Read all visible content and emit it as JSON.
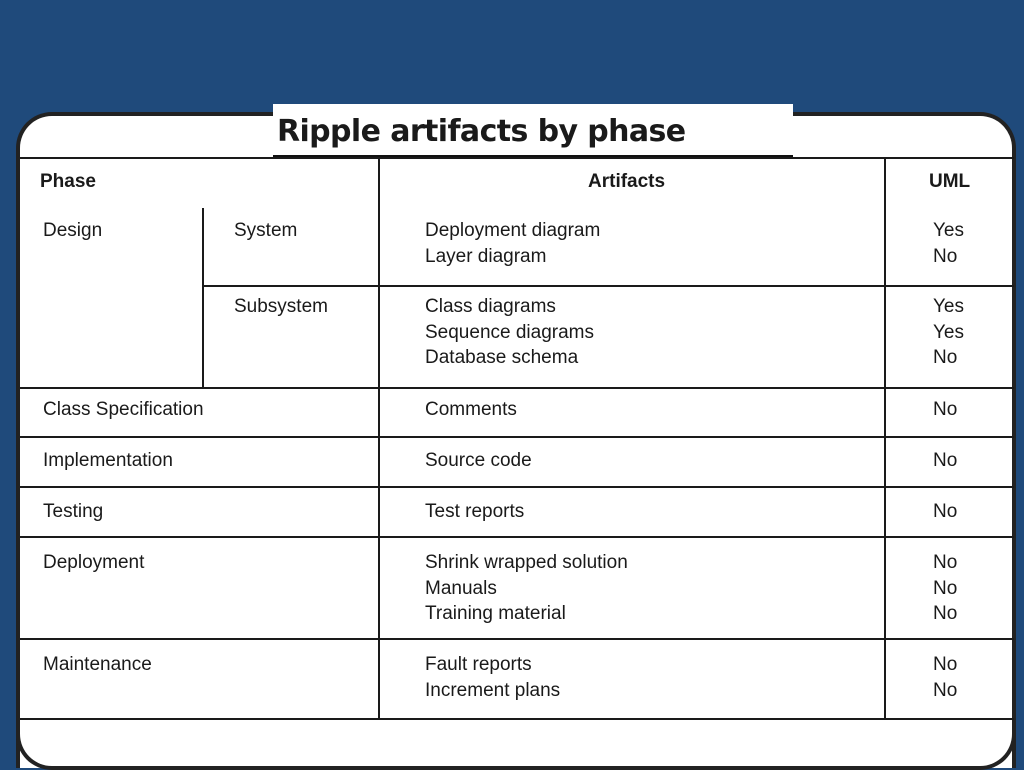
{
  "title": "Ripple artifacts by phase",
  "headers": {
    "phase": "Phase",
    "artifacts": "Artifacts",
    "uml": "UML"
  },
  "rows": {
    "design": {
      "phase": "Design",
      "system": {
        "sub": "System",
        "artifacts": [
          "Deployment diagram",
          "Layer diagram"
        ],
        "uml": [
          "Yes",
          "No"
        ]
      },
      "subsystem": {
        "sub": "Subsystem",
        "artifacts": [
          "Class diagrams",
          "Sequence diagrams",
          "Database schema"
        ],
        "uml": [
          "Yes",
          "Yes",
          "No"
        ]
      }
    },
    "class_spec": {
      "phase": "Class Specification",
      "artifacts": [
        "Comments"
      ],
      "uml": [
        "No"
      ]
    },
    "implementation": {
      "phase": "Implementation",
      "artifacts": [
        "Source code"
      ],
      "uml": [
        "No"
      ]
    },
    "testing": {
      "phase": "Testing",
      "artifacts": [
        "Test reports"
      ],
      "uml": [
        "No"
      ]
    },
    "deployment": {
      "phase": "Deployment",
      "artifacts": [
        "Shrink wrapped solution",
        "Manuals",
        "Training material"
      ],
      "uml": [
        "No",
        "No",
        "No"
      ]
    },
    "maintenance": {
      "phase": "Maintenance",
      "artifacts": [
        "Fault reports",
        "Increment plans"
      ],
      "uml": [
        "No",
        "No"
      ]
    }
  }
}
